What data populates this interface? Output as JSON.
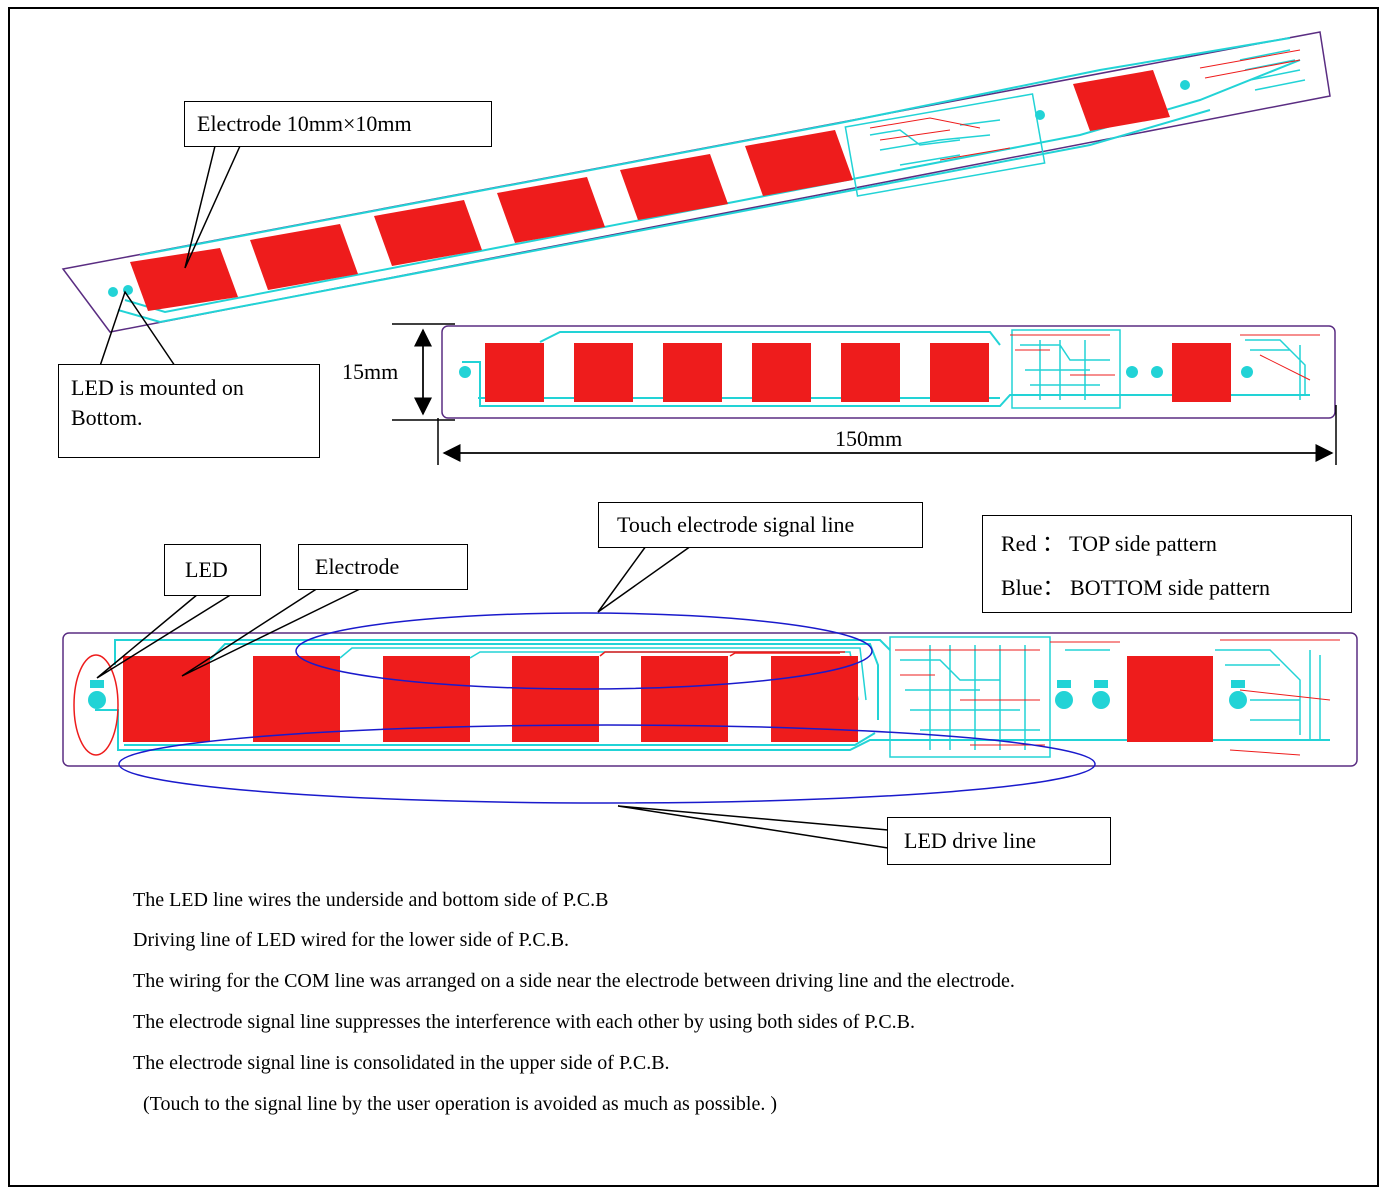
{
  "callouts": {
    "electrode_size": "Electrode 10mm×10mm",
    "led_mounted_line1": "LED is mounted on",
    "led_mounted_line2": "Bottom.",
    "led": "LED",
    "electrode": "Electrode",
    "touch_signal_line": "Touch electrode signal line",
    "led_drive_line": "LED drive line"
  },
  "dimensions": {
    "height": "15mm",
    "width": "150mm"
  },
  "legend": {
    "red": "Red ： TOP side pattern",
    "blue": "Blue： BOTTOM side pattern"
  },
  "notes": [
    "The LED line wires the underside and bottom side of  P.C.B",
    "Driving line of LED wired for the lower side of P.C.B.",
    "The wiring for the COM line was arranged on a side near the electrode between driving line and the electrode.",
    "The electrode signal line suppresses the interference with each other by using both sides of  P.C.B.",
    "The electrode signal line is consolidated in the upper side of  P.C.B.",
    "  (Touch to the signal line by the user operation is avoided as much as possible. )"
  ],
  "colors": {
    "top_pattern": "#ee1c1c",
    "bottom_pattern": "#22d3d6",
    "outline": "#5a2d82",
    "ellipse": "#1a1acc"
  }
}
